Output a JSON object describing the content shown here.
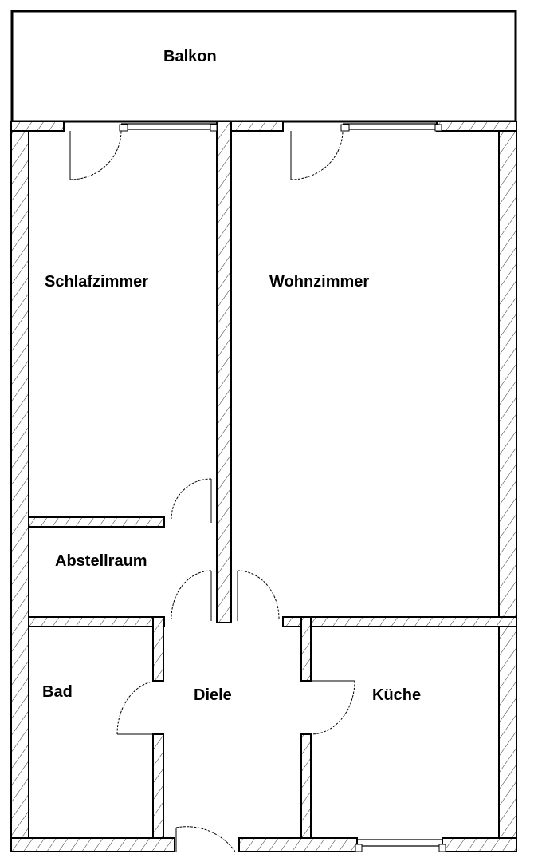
{
  "rooms": {
    "balkon": "Balkon",
    "schlafzimmer": "Schlafzimmer",
    "wohnzimmer": "Wohnzimmer",
    "abstellraum": "Abstellraum",
    "bad": "Bad",
    "diele": "Diele",
    "kueche": "Küche"
  },
  "colors": {
    "line": "#000000",
    "background": "#ffffff"
  }
}
